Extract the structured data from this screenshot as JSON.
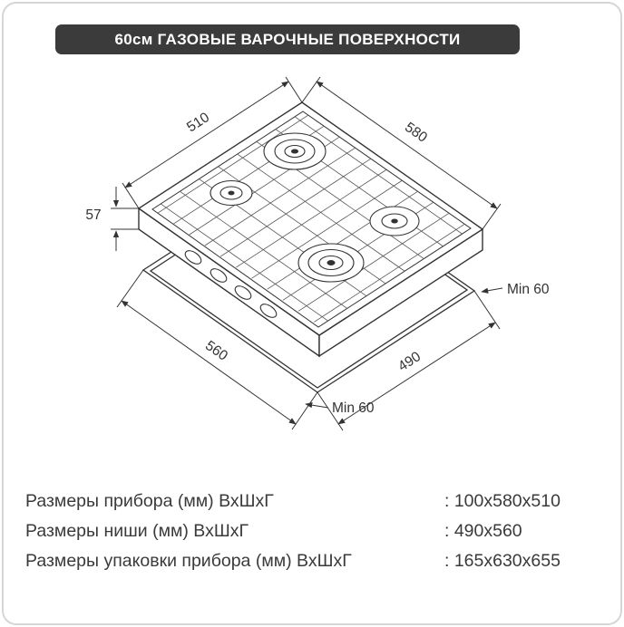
{
  "colors": {
    "page_bg": "#ffffff",
    "border": "#d6d6d6",
    "header_bg": "#3b3b3b",
    "header_text": "#ffffff",
    "line": "#333333"
  },
  "header": {
    "title": "60см ГАЗОВЫЕ ВАРОЧНЫЕ ПОВЕРХНОСТИ"
  },
  "diagram": {
    "labels": {
      "width_mm": "580",
      "depth_mm": "510",
      "height_mm": "57",
      "niche_width_mm": "560",
      "niche_depth_mm": "490",
      "min_clearance_right": "Min 60",
      "min_clearance_bottom": "Min 60"
    }
  },
  "specs": {
    "rows": [
      {
        "label": "Размеры прибора (мм) ВхШхГ",
        "value": ": 100x580x510"
      },
      {
        "label": "Размеры ниши (мм) ВхШхГ",
        "value": ": 490x560"
      },
      {
        "label": "Размеры упаковки прибора (мм) ВхШхГ",
        "value": ": 165x630x655"
      }
    ]
  }
}
